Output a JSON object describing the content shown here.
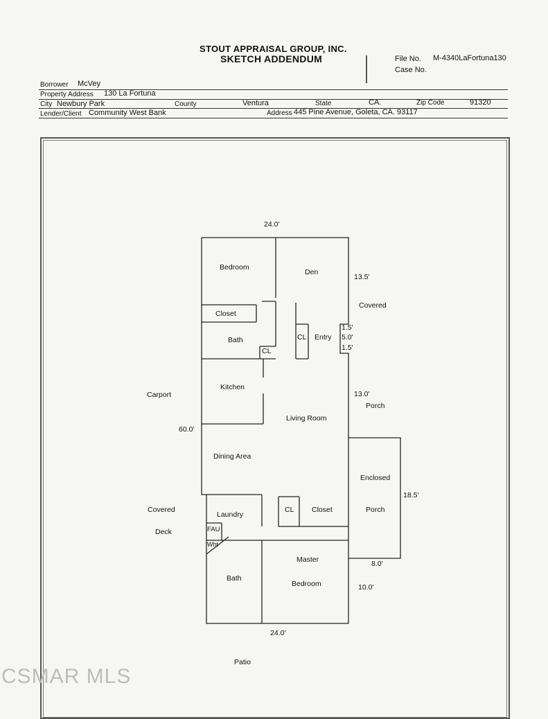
{
  "header": {
    "company": "STOUT APPRAISAL GROUP, INC.",
    "subtitle": "SKETCH ADDENDUM",
    "file_no_label": "File No.",
    "file_no_value": "M-4340LaFortuna130",
    "case_no_label": "Case No."
  },
  "info": {
    "borrower_label": "Borrower",
    "borrower_value": "McVey",
    "property_label": "Property Address",
    "property_value": "130 La Fortuna",
    "city_label": "City",
    "city_value": "Newbury Park",
    "county_label": "County",
    "county_value": "Ventura",
    "state_label": "State",
    "state_value": "CA.",
    "zip_label": "Zip Code",
    "zip_value": "91320",
    "lender_label": "Lender/Client",
    "lender_value": "Community West Bank",
    "address_label": "Address",
    "address_value": "445 Pine Avenue, Goleta, CA. 93117"
  },
  "sketch": {
    "rooms": {
      "bedroom": "Bedroom",
      "den": "Den",
      "closet_top": "Closet",
      "bath_top": "Bath",
      "cl_1": "CL",
      "cl_2": "CL",
      "entry": "Entry",
      "kitchen": "Kitchen",
      "living_room": "Living Room",
      "dining_area": "Dining Area",
      "laundry": "Laundry",
      "cl_3": "CL",
      "closet_bottom": "Closet",
      "fau": "FAU",
      "wht": "Wht",
      "master": "Master",
      "bath_bottom": "Bath",
      "master_bedroom": "Bedroom",
      "enclosed": "Enclosed",
      "porch_enclosed": "Porch"
    },
    "outside": {
      "carport": "Carport",
      "covered_top": "Covered",
      "porch": "Porch",
      "covered_deck_1": "Covered",
      "covered_deck_2": "Deck",
      "patio": "Patio"
    },
    "dimensions": {
      "top_width": "24.0'",
      "bottom_width": "24.0'",
      "right_13_5": "13.5'",
      "entry_1_5a": "1.5'",
      "entry_5_0": "5.0'",
      "entry_1_5b": "1.5'",
      "right_13_0": "13.0'",
      "left_60": "60.0'",
      "enclosed_18_5": "18.5'",
      "enclosed_8_0": "8.0'",
      "right_10_0": "10.0'"
    }
  },
  "watermark": "CSMAR MLS"
}
